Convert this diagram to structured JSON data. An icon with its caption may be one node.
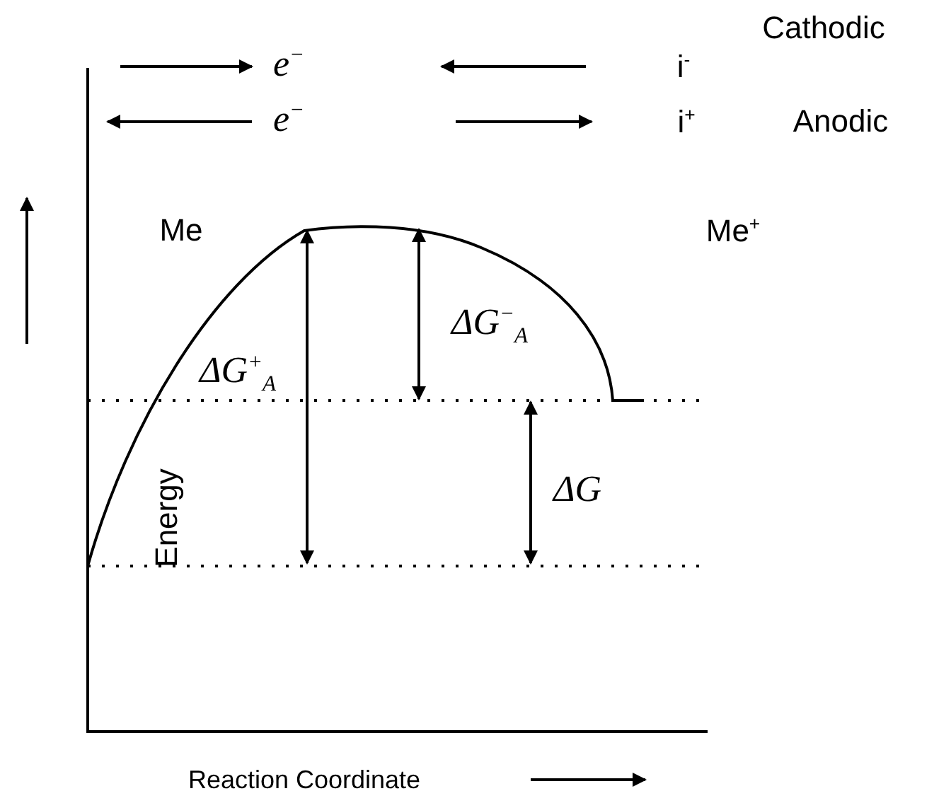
{
  "diagram": {
    "labels": [
      "Cathodic",
      "e$^{−}$",
      "i$^{-}$",
      "e$^{−}$",
      "i$^{+}$",
      "Anodic",
      "Me",
      "Me$^{+}$",
      "ΔG$^{−}$$_{A}$",
      "ΔG$^{+}$$_{A}$",
      "ΔG",
      "Energy",
      "Reaction Coordinate"
    ]
  }
}
